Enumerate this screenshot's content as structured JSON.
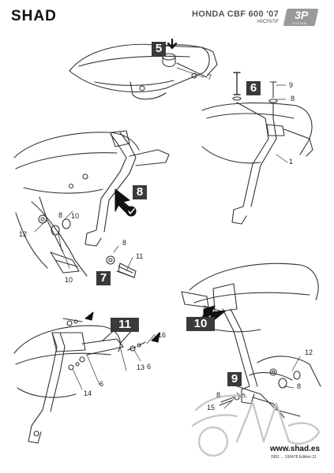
{
  "header": {
    "brand": "SHAD",
    "model": "HONDA CBF 600 '07",
    "model_code": "H0CF67IF",
    "badge_main": "3P",
    "badge_sub": "SYSTEM"
  },
  "steps": [
    "5",
    "6",
    "7",
    "8",
    "9",
    "10",
    "11"
  ],
  "parts": {
    "p1": "1",
    "p6a": "6",
    "p6b": "6",
    "p7": "7",
    "p8a": "8",
    "p8b": "8",
    "p8c": "8",
    "p8d": "8",
    "p8e": "8",
    "p9": "9",
    "p10a": "10",
    "p10b": "10",
    "p11": "11",
    "p12a": "12",
    "p12b": "12",
    "p13": "13",
    "p14": "14",
    "p15": "15",
    "p16": "16"
  },
  "footer": {
    "url": "www.shad.es",
    "info": "1991 ... 100478 Edition 21"
  }
}
